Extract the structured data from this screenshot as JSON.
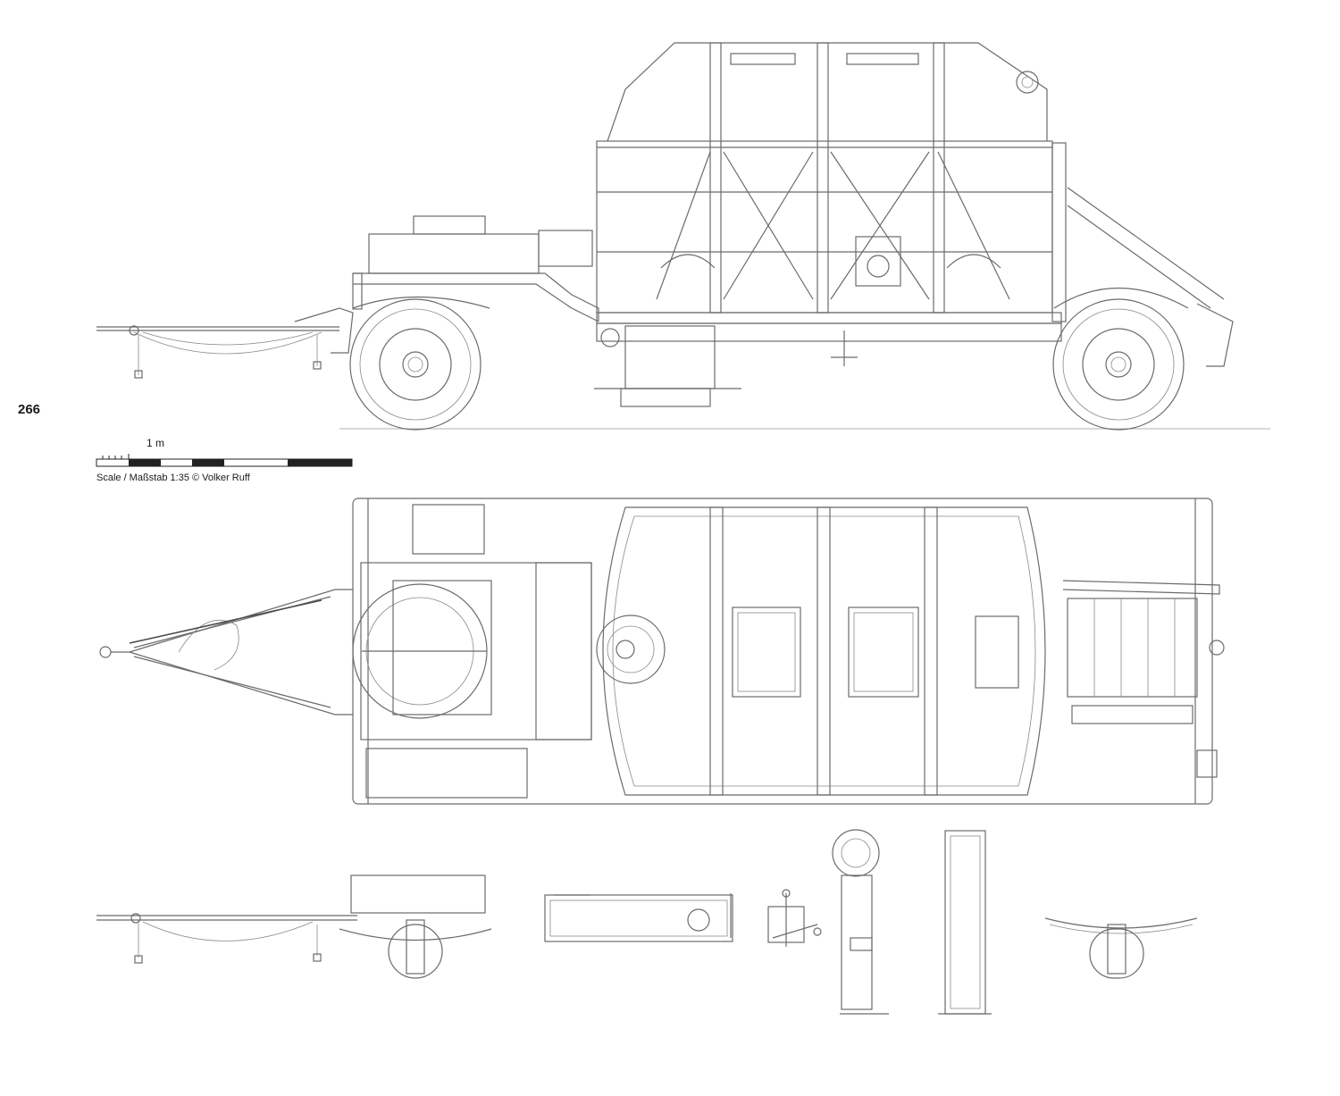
{
  "page": {
    "number": "266"
  },
  "scale": {
    "unit_label": "1 m",
    "caption": "Scale / Maßstab 1:35 © Volker Ruff"
  },
  "drawing": {
    "subject": "trailer",
    "views": [
      "side-view",
      "top-view",
      "front-view",
      "detail-part-a",
      "detail-part-b",
      "detail-part-c",
      "detail-part-d",
      "rear-axle-view"
    ],
    "line_color": "#6b6b6b"
  }
}
